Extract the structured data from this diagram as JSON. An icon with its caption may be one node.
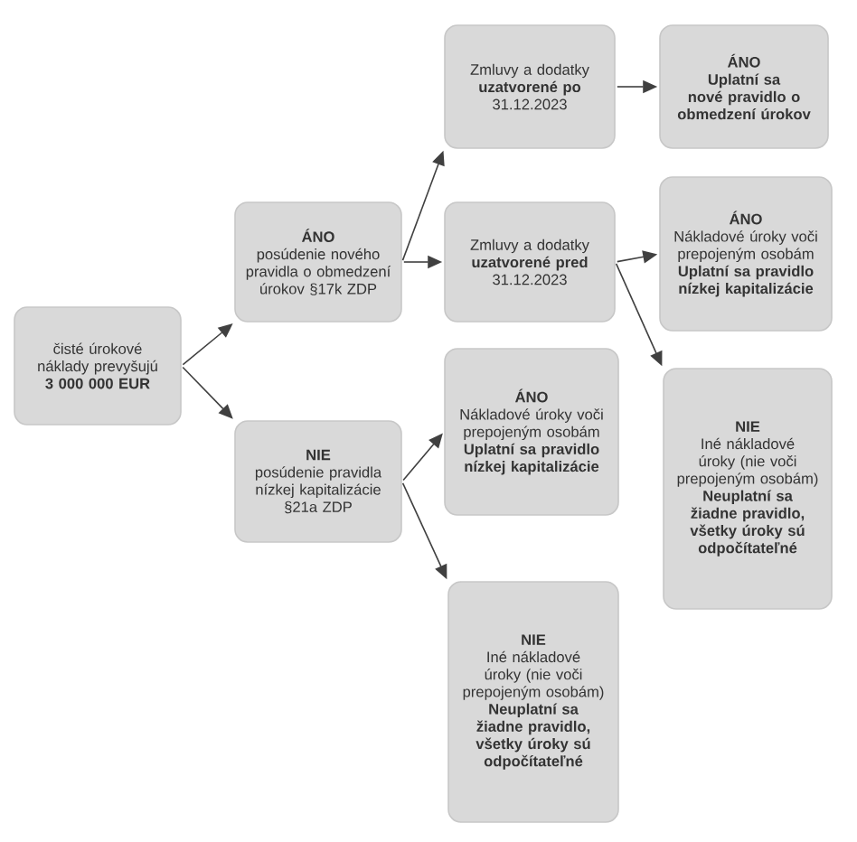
{
  "diagram": {
    "nodes": [
      {
        "text": [
          "čisté úrokové náklady prevyšujú",
          "3 000 000 EUR"
        ]
      },
      {
        "text": [
          "ÁNO",
          "posúdenie nového pravidla o obmedzení úrokov §17k ZDP"
        ]
      },
      {
        "text": [
          "NIE",
          "posúdenie pravidla nízkej kapitalizácie §21a ZDP"
        ]
      },
      {
        "text": [
          "Zmluvy a dodatky",
          "uzatvorené po",
          "31.12.2023"
        ]
      },
      {
        "text": [
          "Zmluvy a dodatky",
          "uzatvorené pred",
          "31.12.2023"
        ]
      },
      {
        "text": [
          "ÁNO",
          "Uplatní sa nové pravidlo o obmedzení úrokov"
        ]
      },
      {
        "text": [
          "ÁNO",
          "Nákladové úroky voči prepojeným osobám",
          "Uplatní sa pravidlo nízkej kapitalizácie"
        ]
      },
      {
        "text": [
          "ÁNO",
          "Nákladové úroky voči prepojeným osobám",
          "Uplatní sa pravidlo nízkej kapitalizácie"
        ]
      },
      {
        "text": [
          "NIE",
          "Iné nákladové úroky (nie voči prepojeným osobám)",
          "Neuplatní sa žiadne pravidlo, všetky úroky sú odpočítateľné"
        ]
      },
      {
        "text": [
          "NIE",
          "Iné nákladové úroky (nie voči prepojeným osobám)",
          "Neuplatní sa žiadne pravidlo, všetky úroky sú odpočítateľné"
        ]
      }
    ],
    "edges": [
      {
        "from": 0,
        "to": 1,
        "arrow": "to"
      },
      {
        "from": 0,
        "to": 2,
        "arrow": "to"
      },
      {
        "from": 1,
        "to": 3,
        "arrow": "to"
      },
      {
        "from": 1,
        "to": 4,
        "arrow": "to"
      },
      {
        "from": 3,
        "to": 5,
        "arrow": "to"
      },
      {
        "from": 4,
        "to": 6,
        "arrow": "to"
      },
      {
        "from": 4,
        "to": 8,
        "arrow": "to"
      },
      {
        "from": 2,
        "to": 7,
        "arrow": "to"
      },
      {
        "from": 2,
        "to": 9,
        "arrow": "to"
      }
    ]
  }
}
